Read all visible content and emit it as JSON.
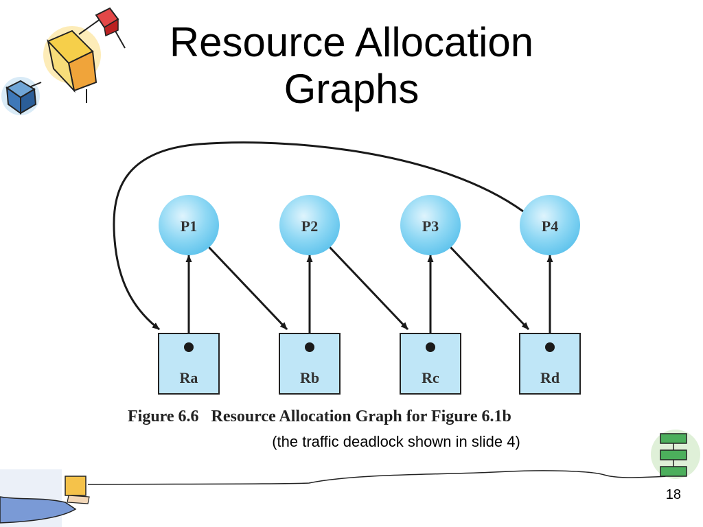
{
  "title": {
    "line1": "Resource Allocation",
    "line2": "Graphs"
  },
  "diagram": {
    "processes": [
      {
        "id": "P1",
        "label": "P1"
      },
      {
        "id": "P2",
        "label": "P2"
      },
      {
        "id": "P3",
        "label": "P3"
      },
      {
        "id": "P4",
        "label": "P4"
      }
    ],
    "resources": [
      {
        "id": "Ra",
        "label": "Ra"
      },
      {
        "id": "Rb",
        "label": "Rb"
      },
      {
        "id": "Rc",
        "label": "Rc"
      },
      {
        "id": "Rd",
        "label": "Rd"
      }
    ],
    "edges": [
      {
        "from": "Ra",
        "to": "P1",
        "kind": "assignment"
      },
      {
        "from": "Rb",
        "to": "P2",
        "kind": "assignment"
      },
      {
        "from": "Rc",
        "to": "P3",
        "kind": "assignment"
      },
      {
        "from": "Rd",
        "to": "P4",
        "kind": "assignment"
      },
      {
        "from": "P1",
        "to": "Rb",
        "kind": "request"
      },
      {
        "from": "P2",
        "to": "Rc",
        "kind": "request"
      },
      {
        "from": "P3",
        "to": "Rd",
        "kind": "request"
      },
      {
        "from": "P4",
        "to": "Ra",
        "kind": "request"
      }
    ],
    "colors": {
      "node_fill": "#bfe6f7",
      "process_fill": "#6ecbef",
      "edge": "#1a1a1a"
    }
  },
  "caption": {
    "figure_number": "Figure 6.6",
    "text": "Resource Allocation Graph for Figure 6.1b"
  },
  "subcaption": "(the traffic deadlock shown in slide 4)",
  "page_number": "18",
  "decorations": {
    "top_left": "cubes-clipart",
    "bottom_left": "hand-with-box-clipart",
    "bottom_right": "flowchart-clipart"
  }
}
